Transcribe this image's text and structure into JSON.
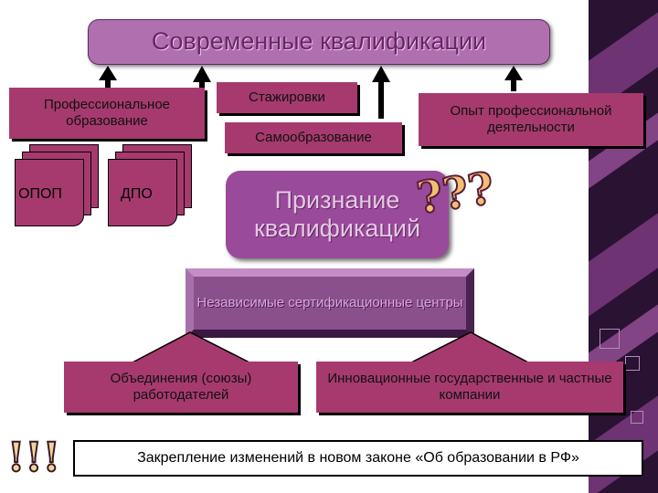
{
  "title": "Современные квалификации",
  "sources": {
    "professional_education": "Профессиональное образование",
    "internships": "Стажировки",
    "self_education": "Самообразование",
    "work_experience": "Опыт профессиональной деятельности"
  },
  "documents": [
    "ОПОП",
    "ДПО"
  ],
  "recognition": "Признание квалификаций",
  "question_marks": "???",
  "certification_centers": "Независимые сертификационные центры",
  "stakeholders": {
    "employers": "Объединения (союзы) работодателей",
    "companies": "Инновационные государственные и частные компании"
  },
  "exclamations": "!!!",
  "law_note": "Закрепление изменений в новом законе «Об образовании в РФ»",
  "colors": {
    "maroon": "#a63a6e",
    "violet": "#b070b0",
    "recognition": "#9a4a9a",
    "certification": "#8a508c",
    "sidebar": "#2a1232"
  }
}
